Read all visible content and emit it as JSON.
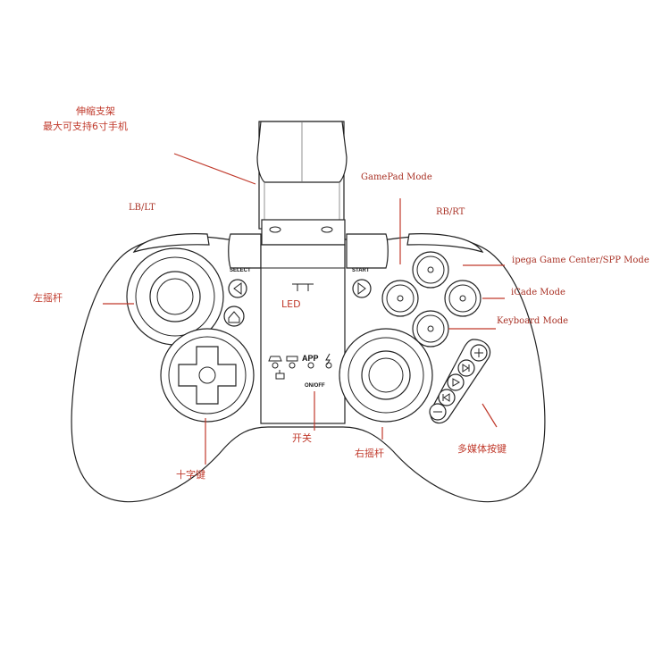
{
  "annotations": {
    "holder_line1": "伸缩支架",
    "holder_line2": "最大可支持6寸手机",
    "lb_lt": "LB/LT",
    "rb_rt": "RB/RT",
    "gamepad_mode": "GamePad Mode",
    "ipega_mode": "ipega Game Center/SPP Mode",
    "icade_mode": "iCade Mode",
    "keyboard_mode": "Keyboard Mode",
    "left_stick": "左摇杆",
    "led": "LED",
    "dpad": "十字键",
    "power_switch": "开关",
    "right_stick": "右摇杆",
    "media_keys": "多媒体按键"
  },
  "controller_labels": {
    "select": "SELECT",
    "start": "START",
    "app": "APP",
    "on_off": "ON/OFF"
  },
  "colors": {
    "annotation": "#c0392b",
    "outline": "#222222"
  }
}
